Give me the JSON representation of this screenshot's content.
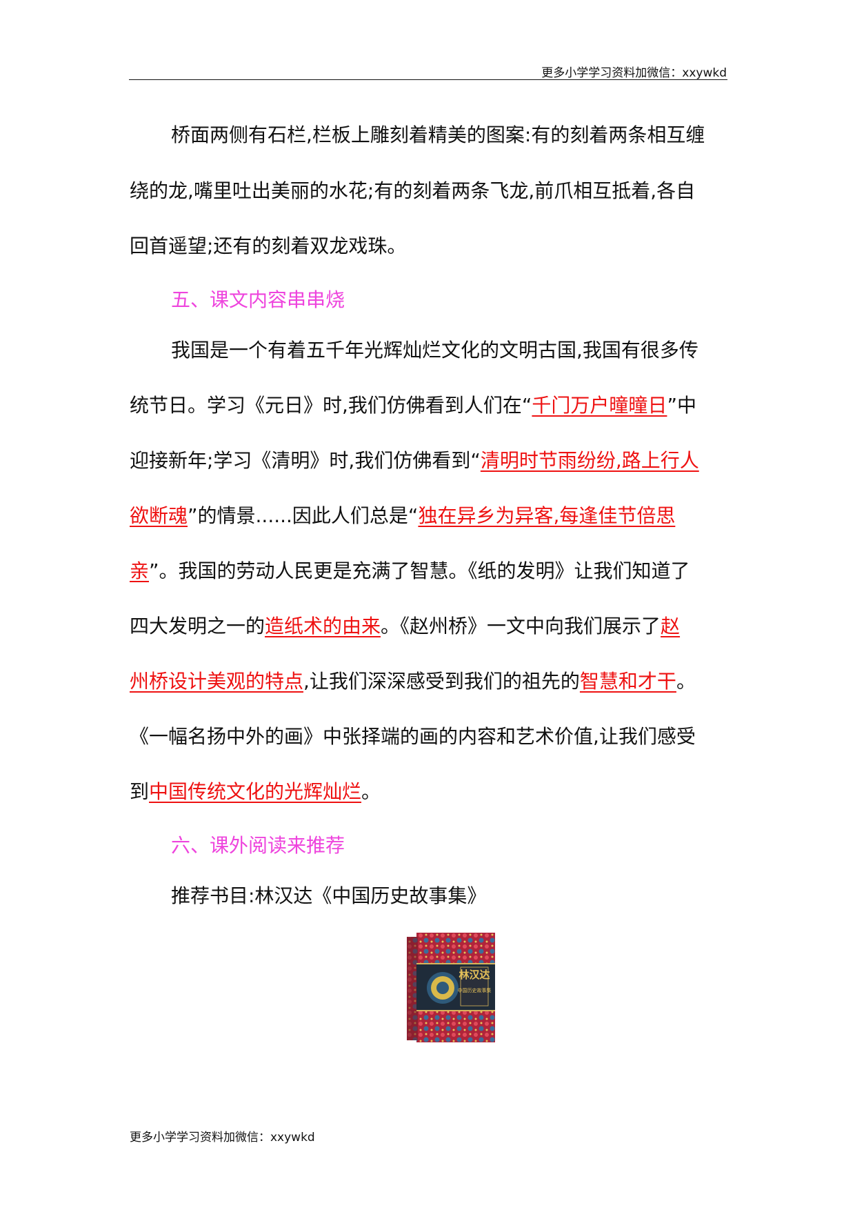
{
  "header": {
    "note": "更多小学学习资料加微信：xxywkd"
  },
  "paragraph1": {
    "l1": "桥面两侧有石栏,栏板上雕刻着精美的图案:有的刻着两条相互缠",
    "l2": "绕的龙,嘴里吐出美丽的水花;有的刻着两条飞龙,前爪相互抵着,各自",
    "l3": "回首遥望;还有的刻着双龙戏珠。"
  },
  "section5": {
    "heading": "五、课文内容串串烧"
  },
  "paragraph2": {
    "l1": "我国是一个有着五千年光辉灿烂文化的文明古国,我国有很多传",
    "l2a": "统节日。学习《元日》时,我们仿佛看到人们在“",
    "l2b": "千门万户曈曈日",
    "l2c": "”中",
    "l3a": "迎接新年;学习《清明》时,我们仿佛看到“",
    "l3b": "清明时节雨纷纷,路上行人",
    "l4a": "欲断魂",
    "l4b": "”的情景......因此人们总是“",
    "l4c": "独在异乡为异客,每逢佳节倍思",
    "l5a": "亲",
    "l5b": "”。我国的劳动人民更是充满了智慧。《纸的发明》让我们知道了",
    "l6a": "四大发明之一的",
    "l6b": "造纸术的由来",
    "l6c": "。《赵州桥》一文中向我们展示了",
    "l6d": "赵",
    "l7a": "州桥设计美观的特点",
    "l7b": ",让我们深深感受到我们的祖先的",
    "l7c": "智慧和才干",
    "l7d": "。",
    "l8": "《一幅名扬中外的画》中张择端的画的内容和艺术价值,让我们感受",
    "l9a": "到",
    "l9b": "中国传统文化的光辉灿烂",
    "l9c": "。"
  },
  "section6": {
    "heading": "六、课外阅读来推荐"
  },
  "recommend": {
    "text": "推荐书目:林汉达《中国历史故事集》"
  },
  "book_cover": {
    "author": "林汉达",
    "title": "中国历史故事集"
  },
  "footer": {
    "note": "更多小学学习资料加微信：xxywkd"
  },
  "colors": {
    "heading": "#ee44dd",
    "highlight": "#ee1111"
  }
}
